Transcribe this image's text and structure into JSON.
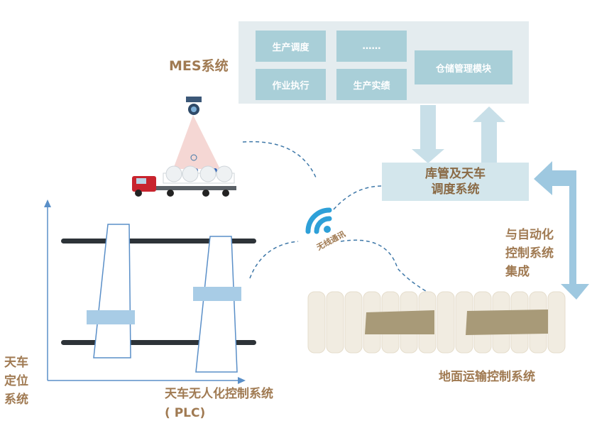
{
  "mes": {
    "label": "MES系统",
    "modules": [
      "生产调度",
      "……",
      "作业执行",
      "生产实绩",
      "仓储管理模块"
    ]
  },
  "center": {
    "line1": "库管及天车",
    "line2": "调度系统"
  },
  "integration": {
    "line1": "与自动化",
    "line2": "控制系统",
    "line3": "集成"
  },
  "wireless": "无线通讯",
  "ground": "地面运输控制系统",
  "crane_auto": {
    "line1": "天车无人化控制系统",
    "line2": "( PLC)"
  },
  "crane_position": {
    "line1": "天车",
    "line2": "定位",
    "line3": "系统"
  },
  "colors": {
    "module_fill": "#a9cfd8",
    "panel_fill": "#e4ecef",
    "label_brown": "#a07a52",
    "arrow_fill": "#c8dfe8",
    "arrow_blue": "#9ec8e0",
    "rail": "#2d3338",
    "beam_fill": "#a8cce6",
    "coil_fill": "#f1ece1",
    "plate_fill": "#a89a78"
  }
}
